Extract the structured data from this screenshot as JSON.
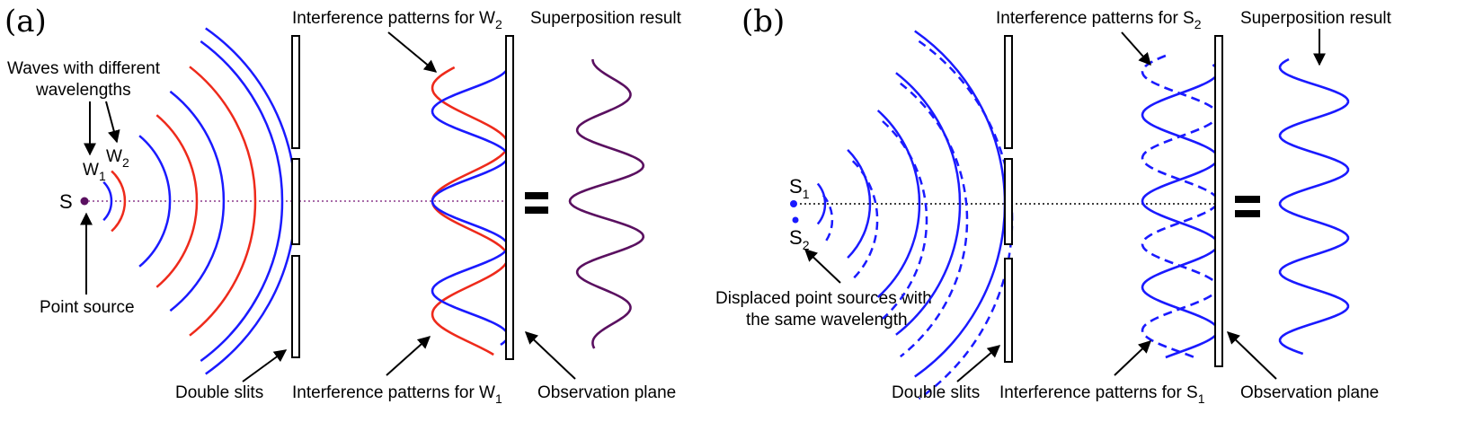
{
  "panel_a": {
    "tag": "(a)",
    "waves_label_line1": "Waves with different",
    "waves_label_line2": "wavelengths",
    "w1_main": "W",
    "w1_sub": "1",
    "w2_main": "W",
    "w2_sub": "2",
    "source_letter": "S",
    "point_source": "Point source",
    "double_slits": "Double slits",
    "pattern_w2_main": "Interference patterns for W",
    "pattern_w2_sub": "2",
    "pattern_w1_main": "Interference patterns for W",
    "pattern_w1_sub": "1",
    "superposition": "Superposition result",
    "observation": "Observation plane",
    "colors": {
      "w1": "#1a1aff",
      "w2": "#ee2a1b",
      "result": "#5a1060",
      "axis": "#8b3a8b"
    }
  },
  "panel_b": {
    "tag": "(b)",
    "s1_main": "S",
    "s1_sub": "1",
    "s2_main": "S",
    "s2_sub": "2",
    "displaced_line1": "Displaced point sources with",
    "displaced_line2": "the same wavelength",
    "double_slits": "Double slits",
    "pattern_s2_main": "Interference patterns for S",
    "pattern_s2_sub": "2",
    "pattern_s1_main": "Interference patterns for S",
    "pattern_s1_sub": "1",
    "superposition": "Superposition result",
    "observation": "Observation plane",
    "colors": {
      "wave": "#1a1aff",
      "axis": "#000000"
    }
  },
  "equals_sign": "="
}
